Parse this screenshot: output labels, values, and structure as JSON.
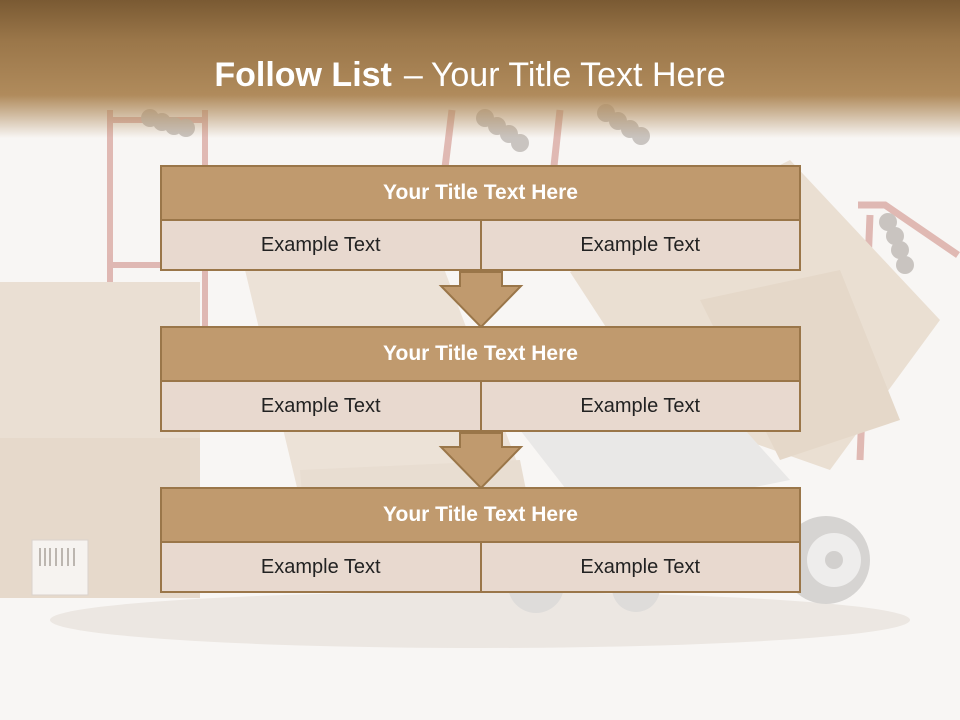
{
  "slide": {
    "title_bold": "Follow List",
    "title_dash": "–",
    "title_rest": "Your Title Text Here"
  },
  "blocks": [
    {
      "title": "Your Title Text Here",
      "left": "Example Text",
      "right": "Example Text"
    },
    {
      "title": "Your Title Text Here",
      "left": "Example Text",
      "right": "Example Text"
    },
    {
      "title": "Your Title Text Here",
      "left": "Example Text",
      "right": "Example Text"
    }
  ],
  "colors": {
    "header_brown": "#9a7649",
    "block_title_fill": "#c09a6e",
    "block_cell_fill": "#e8d9cf",
    "block_border": "#9a7649",
    "arrow_fill": "#c09a6e"
  }
}
